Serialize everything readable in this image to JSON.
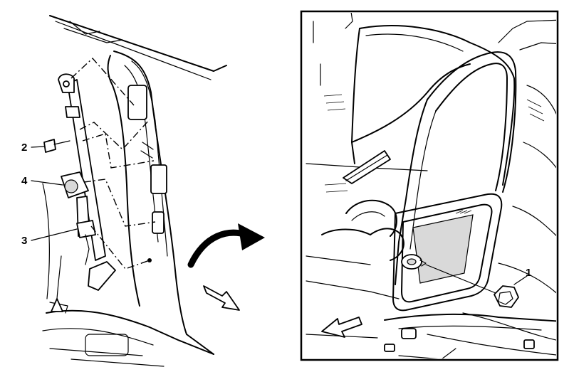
{
  "callouts": {
    "retractor_bolt": "2",
    "retractor_assembly": "4",
    "belt_guide": "3",
    "detail_nut": "1"
  }
}
